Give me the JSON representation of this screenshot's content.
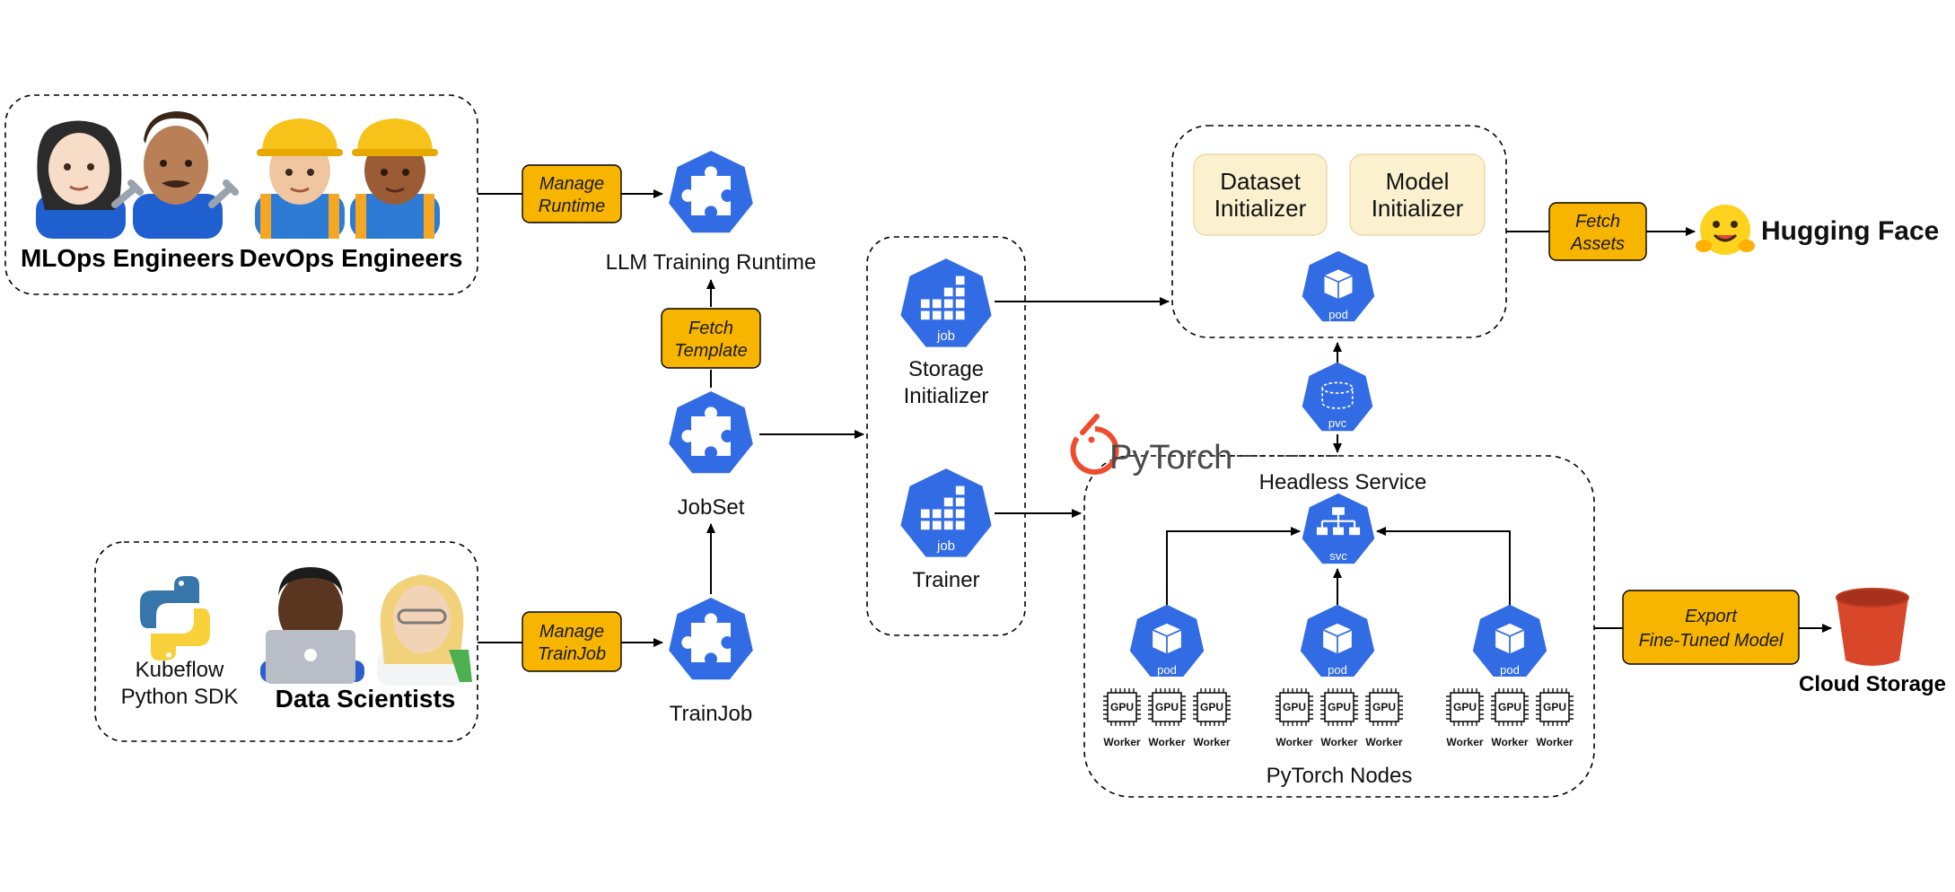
{
  "colors": {
    "k8s_blue": "#326ce5",
    "action_fill": "#f7b500",
    "initializer_fill": "#fcf1cf",
    "pytorch_orange": "#ee4c2c",
    "bucket_red": "#d9472b"
  },
  "groups": {
    "mlops_label": "MLOps Engineers",
    "devops_label": "DevOps Engineers",
    "sdk_label_line1": "Kubeflow",
    "sdk_label_line2": "Python SDK",
    "scientists_label": "Data Scientists"
  },
  "actions": {
    "manage_runtime": [
      "Manage",
      "Runtime"
    ],
    "fetch_template": [
      "Fetch",
      "Template"
    ],
    "manage_trainjob": [
      "Manage",
      "TrainJob"
    ],
    "fetch_assets": [
      "Fetch",
      "Assets"
    ],
    "export_model": [
      "Export",
      "Fine-Tuned Model"
    ]
  },
  "nodes": {
    "llm_runtime": "LLM Training Runtime",
    "jobset": "JobSet",
    "trainjob": "TrainJob",
    "storage_init": [
      "Storage",
      "Initializer"
    ],
    "trainer": "Trainer",
    "dataset_init": [
      "Dataset",
      "Initializer"
    ],
    "model_init": [
      "Model",
      "Initializer"
    ],
    "headless_service": "Headless Service",
    "pytorch_nodes": "PyTorch Nodes",
    "pytorch_brand": "PyTorch",
    "hugging_face": "Hugging Face",
    "cloud_storage": "Cloud Storage"
  },
  "icons": {
    "job": "job",
    "pod": "pod",
    "pvc": "pvc",
    "svc": "svc",
    "gpu": "GPU",
    "worker": "Worker"
  }
}
